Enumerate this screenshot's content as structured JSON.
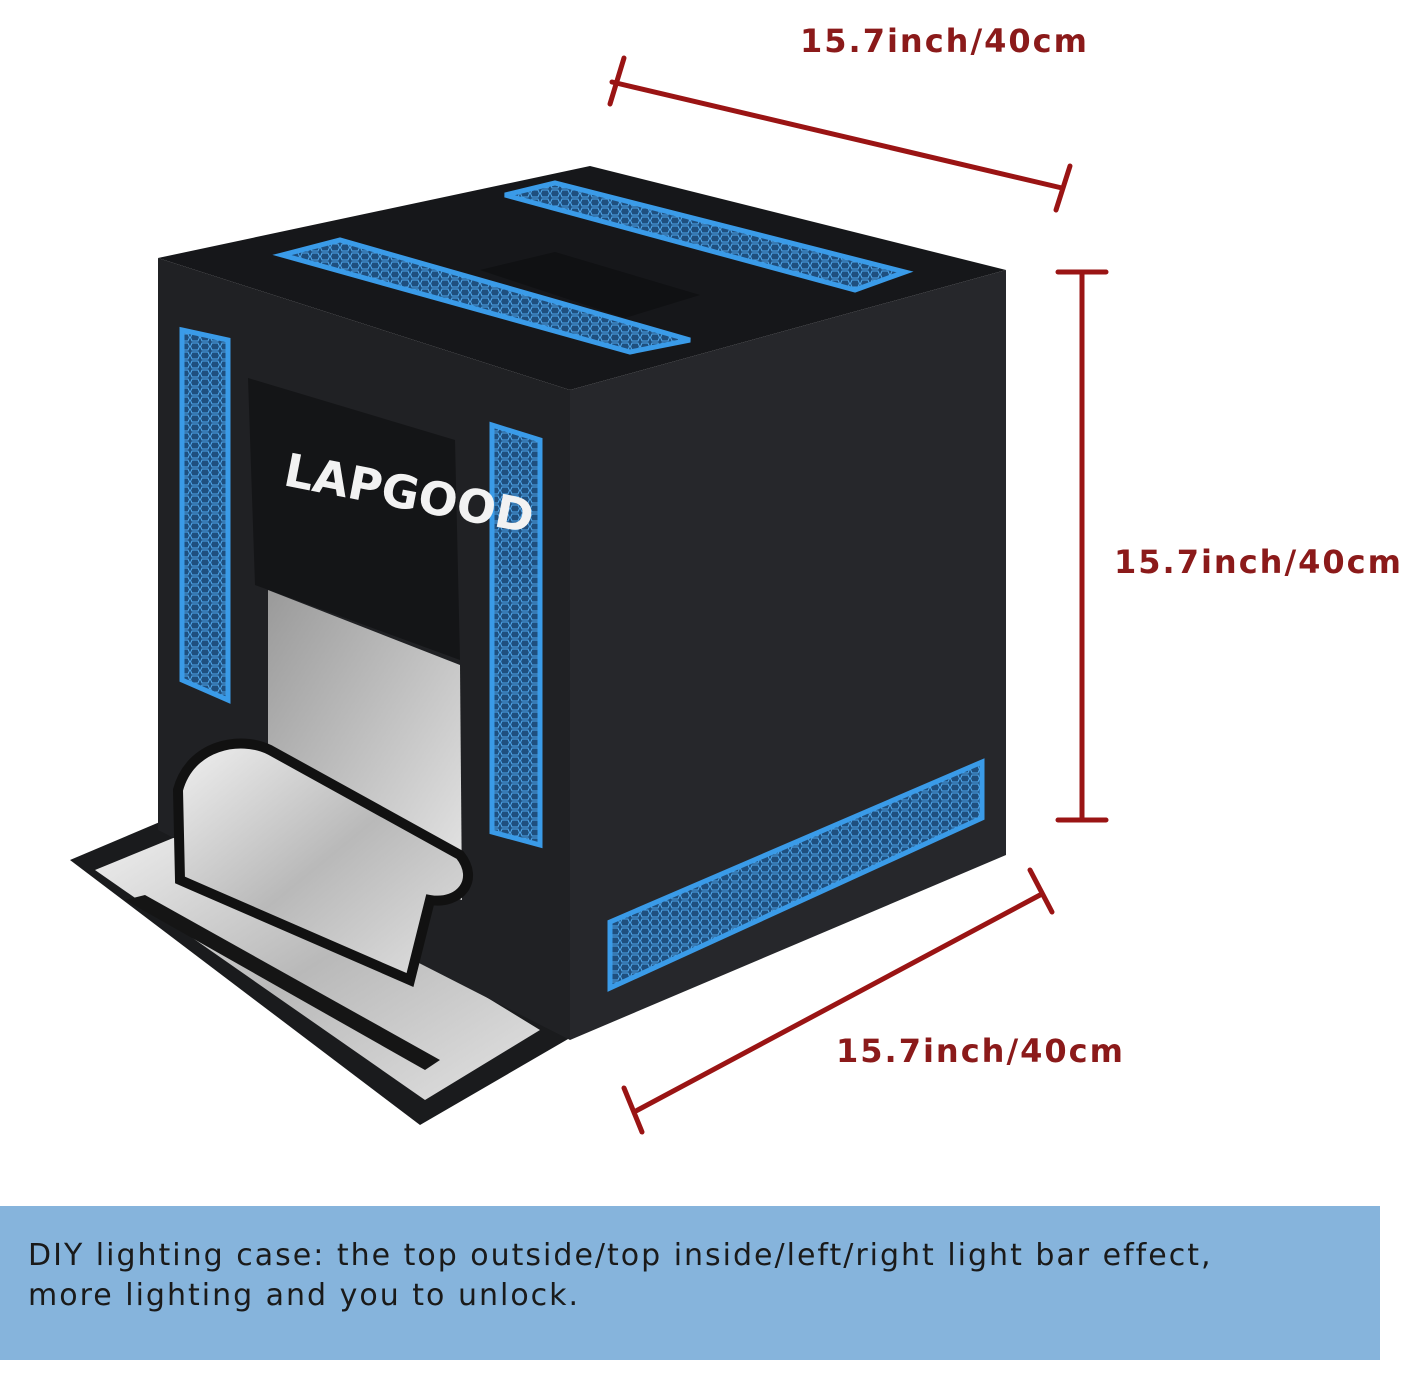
{
  "dimensions": {
    "width": "15.7inch/40cm",
    "height": "15.7inch/40cm",
    "depth": "15.7inch/40cm"
  },
  "product": {
    "brand": "LAPGOOD"
  },
  "caption": {
    "line1": "DIY lighting case: the top outside/top inside/left/right light bar effect,",
    "line2": "more lighting and you to unlock."
  },
  "colors": {
    "dimension_text": "#8b1a1a",
    "dimension_line": "#9a1414",
    "banner_background": "#86b4dc",
    "caption_text": "#1a1a1a",
    "box_body": "#1c1d20",
    "light_bar": "#2f8fe0",
    "silver": "#c8c8c8"
  }
}
